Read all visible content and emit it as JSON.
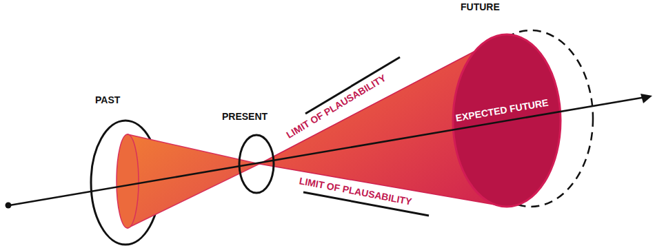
{
  "diagram": {
    "labels": [
      "PAST",
      "PRESENT",
      "LIMIT OF PLAUSABILITY",
      "LIMIT OF PLAUSABILITY",
      "FUTURE",
      "EXPECTED FUTURE"
    ]
  }
}
